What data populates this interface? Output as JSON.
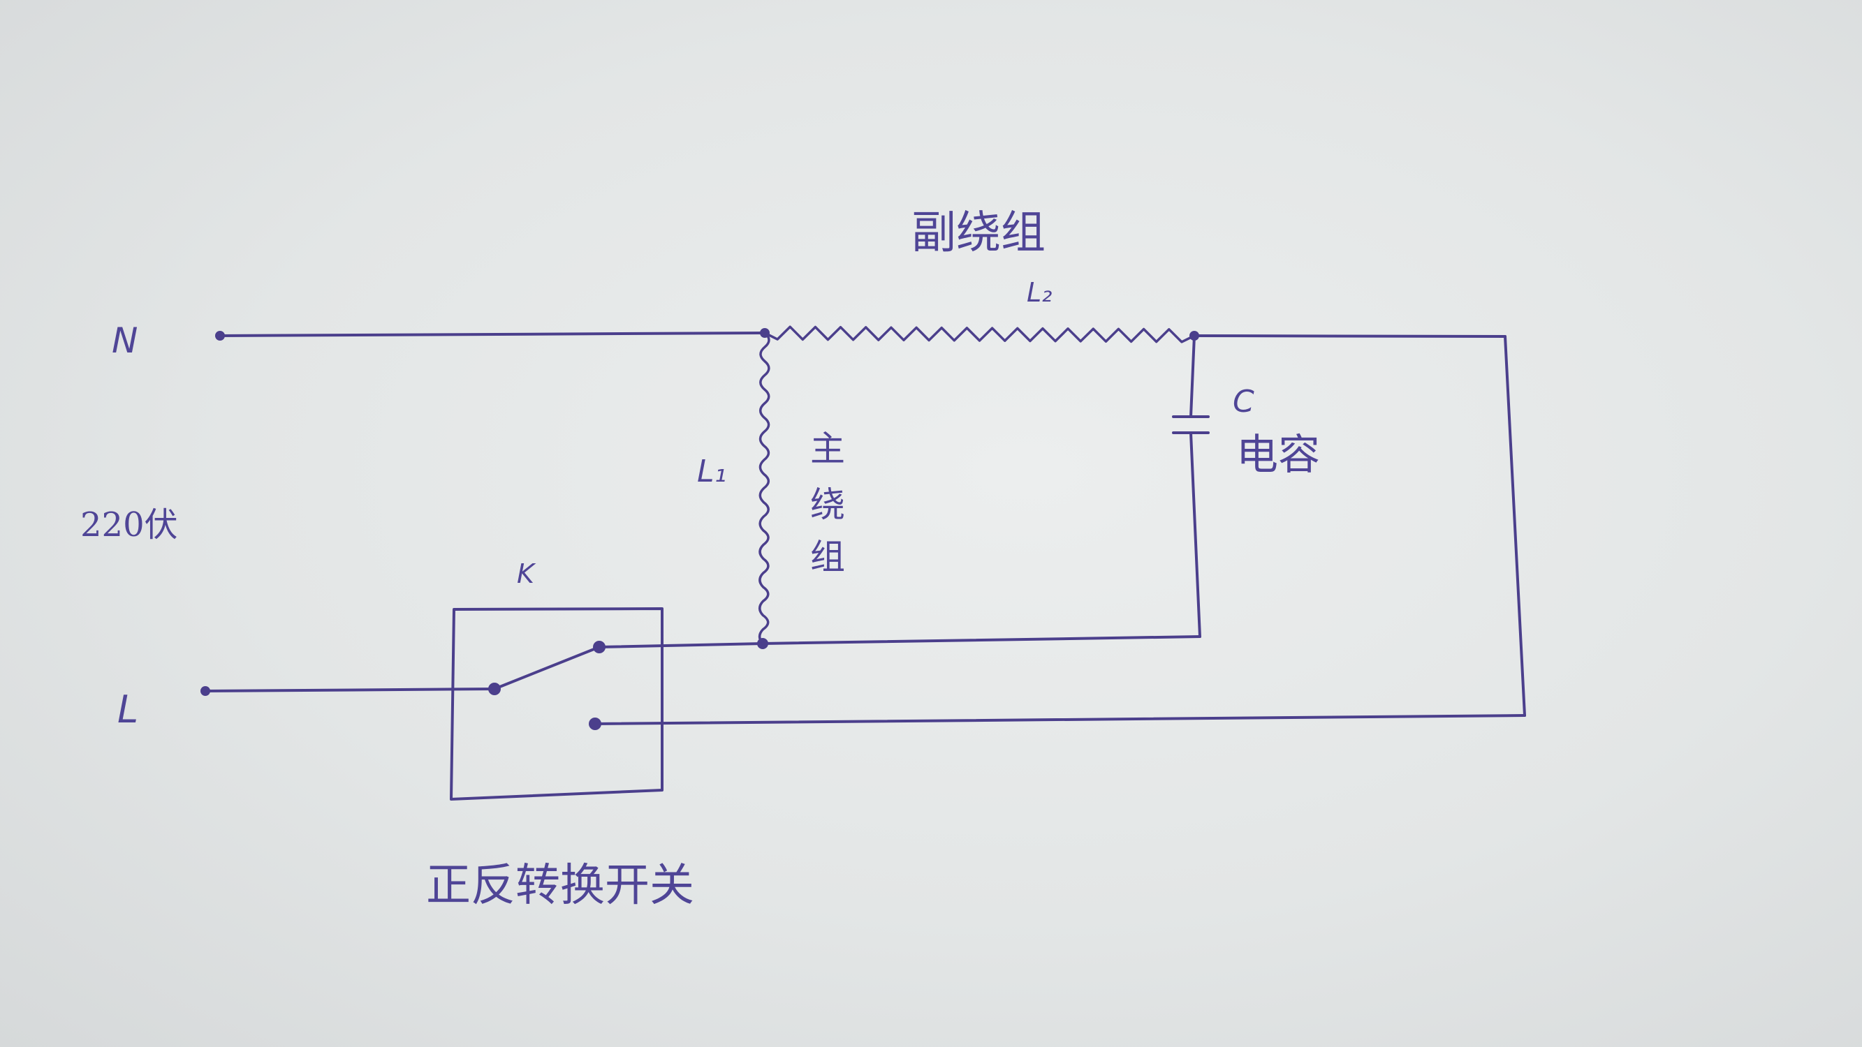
{
  "labels": {
    "neutral_terminal": "N",
    "line_terminal": "L",
    "voltage": "220伏",
    "aux_winding_title": "副绕组",
    "aux_winding_symbol": "L₂",
    "main_winding_symbol": "L₁",
    "main_winding_text": [
      "主",
      "绕",
      "组"
    ],
    "capacitor_symbol": "C",
    "capacitor_text": "电容",
    "switch_symbol": "K",
    "switch_text": "正反转换开关"
  },
  "colors": {
    "ink": "#4b3f8c",
    "paper": "#e3e6e6"
  }
}
